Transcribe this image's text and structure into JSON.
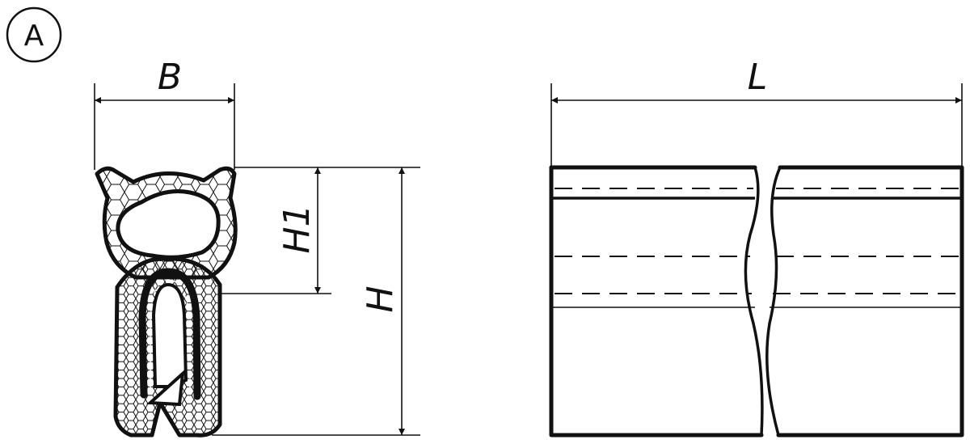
{
  "view_tag": "A",
  "dimensions": {
    "width": "B",
    "height_total": "H",
    "height_bulb": "H1",
    "length": "L"
  }
}
